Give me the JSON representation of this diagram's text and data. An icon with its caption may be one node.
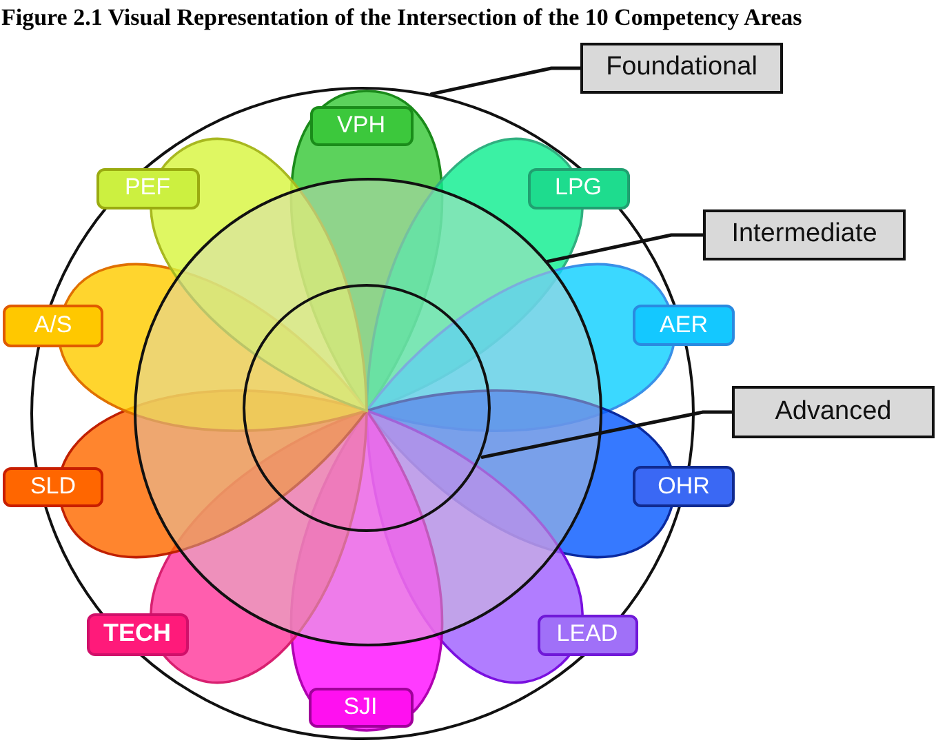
{
  "diagram": {
    "title": "Figure 2.1 Visual Representation of the Intersection of the 10 Competency Areas",
    "nodes": [
      {
        "text": [],
        "shape": "circle"
      },
      {
        "text": [],
        "shape": "circle",
        "in": 0
      },
      {
        "text": [],
        "shape": "circle",
        "in": 1
      },
      {
        "text": [
          "Foundational"
        ]
      },
      {
        "text": [
          "VPH"
        ],
        "in": 0
      },
      {
        "text": [
          "PEF"
        ],
        "in": 0
      },
      {
        "text": [
          "LPG"
        ],
        "in": 0
      },
      {
        "text": [
          "Intermediate"
        ]
      },
      {
        "text": [
          "A/S"
        ]
      },
      {
        "text": [
          "AER"
        ]
      },
      {
        "text": [
          "Advanced"
        ]
      },
      {
        "text": [
          "SLD"
        ]
      },
      {
        "text": [
          "OHR"
        ]
      },
      {
        "text": [
          "TECH"
        ],
        "in": 0
      },
      {
        "text": [
          "LEAD"
        ],
        "in": 0
      },
      {
        "text": [
          "SJI"
        ],
        "in": 0
      }
    ],
    "edges": [
      {
        "from": 3,
        "to": 0,
        "arrow": "none"
      },
      {
        "from": 7,
        "to": 1,
        "arrow": "none"
      },
      {
        "from": 10,
        "to": 2,
        "arrow": "none"
      }
    ]
  }
}
